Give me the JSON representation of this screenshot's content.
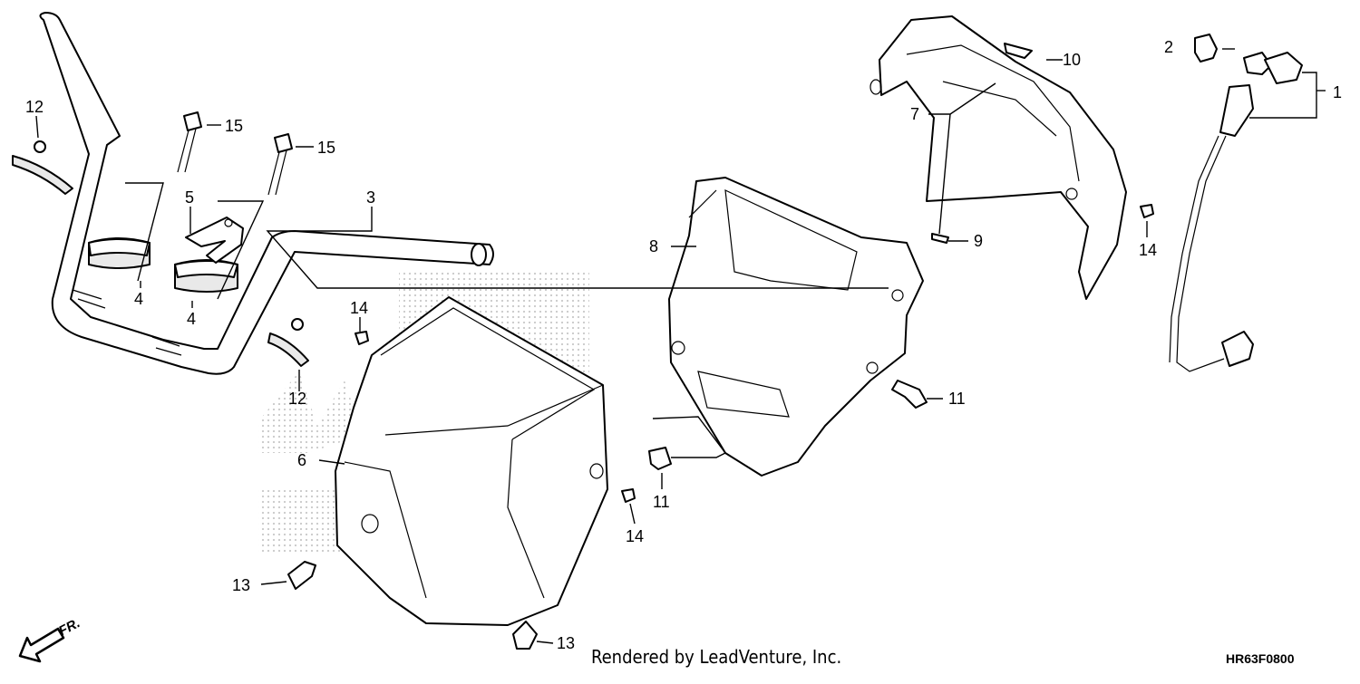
{
  "callouts": {
    "c1": "1",
    "c2": "2",
    "c3": "3",
    "c4a": "4",
    "c4b": "4",
    "c5": "5",
    "c6": "6",
    "c7": "7",
    "c8": "8",
    "c9": "9",
    "c10": "10",
    "c11a": "11",
    "c11b": "11",
    "c12a": "12",
    "c12b": "12",
    "c13a": "13",
    "c13b": "13",
    "c14a": "14",
    "c14b": "14",
    "c14c": "14",
    "c15a": "15",
    "c15b": "15"
  },
  "direction_label": "FR.",
  "credit": "Rendered by LeadVenture, Inc.",
  "diagram_code": "HR63F0800",
  "icons": {
    "direction": "front-direction-arrow-icon"
  },
  "colors": {
    "line": "#000000",
    "background": "#ffffff",
    "watermark": "#c8c8c8"
  }
}
